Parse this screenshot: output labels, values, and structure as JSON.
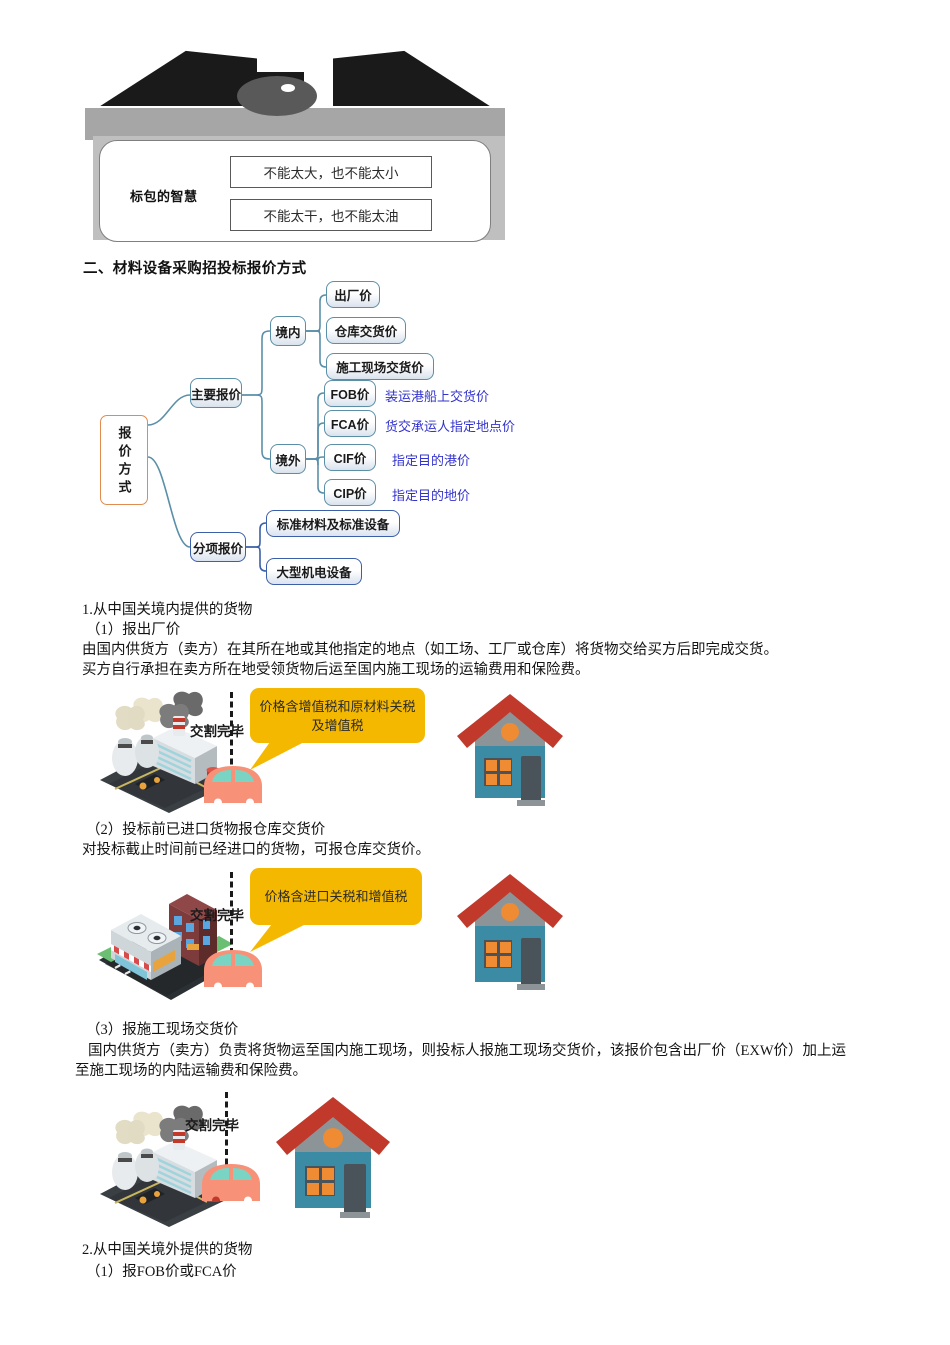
{
  "header_figure": {
    "label": "标包的智慧",
    "boxes": [
      "不能太大，也不能太小",
      "不能太干，也不能太油"
    ]
  },
  "section_heading": "二、材料设备采购招投标报价方式",
  "mindmap": {
    "root": "报价方式",
    "branches": [
      {
        "label": "主要报价",
        "groups": [
          {
            "label": "境内",
            "items": [
              {
                "name": "出厂价",
                "note": ""
              },
              {
                "name": "仓库交货价",
                "note": ""
              },
              {
                "name": "施工现场交货价",
                "note": ""
              }
            ]
          },
          {
            "label": "境外",
            "items": [
              {
                "name": "FOB价",
                "note": "装运港船上交货价"
              },
              {
                "name": "FCA价",
                "note": "货交承运人指定地点价"
              },
              {
                "name": "CIF价",
                "note": "指定目的港价"
              },
              {
                "name": "CIP价",
                "note": "指定目的地价"
              }
            ]
          }
        ]
      },
      {
        "label": "分项报价",
        "items": [
          "标准材料及标准设备",
          "大型机电设备"
        ]
      }
    ],
    "colors": {
      "root_border": "#e08c4f",
      "teal_border": "#5b8fa8",
      "blue_border": "#3b5fa8",
      "annotation_text": "#3333cc"
    }
  },
  "body": {
    "s1_title": "1.从中国关境内提供的货物",
    "s1_sub": "（1）报出厂价",
    "s1_p1": "由国内供货方（卖方）在其所在地或其他指定的地点（如工场、工厂或仓库）将货物交给买方后即完成交货。",
    "s1_p2": "买方自行承担在卖方所在地受领货物后运至国内施工现场的运输费用和保险费。",
    "s2_sub": "（2）投标前已进口货物报仓库交货价",
    "s2_p1": "对投标截止时间前已经进口的货物，可报仓库交货价。",
    "s3_sub": "（3）报施工现场交货价",
    "s3_p1": "国内供货方（卖方）负责将货物运至国内施工现场，则投标人报施工现场交货价，该报价包含出厂价（EXW价）加上运",
    "s3_p2": "至施工现场的内陆运输费和保险费。",
    "s4_title": "2.从中国关境外提供的货物",
    "s4_sub": "（1）报FOB价或FCA价"
  },
  "scenes": [
    {
      "id": "scene-1",
      "dash_label": "交割完毕",
      "bubble": "价格含增值税和原材料关税及增值税",
      "left_icon": "factory-icon"
    },
    {
      "id": "scene-2",
      "dash_label": "交割完毕",
      "bubble": "价格含进口关税和增值税",
      "left_icon": "shop-icon"
    },
    {
      "id": "scene-3",
      "dash_label": "交割完毕",
      "bubble": "",
      "left_icon": "factory-icon"
    }
  ],
  "palette": {
    "house_roof": "#c0392b",
    "house_body": "#3b8ba5",
    "house_gable": "#8d9497",
    "house_window": "#ef8b33",
    "house_door": "#4a5359",
    "car_body": "#f79278",
    "car_window": "#79d4c4",
    "bubble_bg": "#f5b800"
  }
}
